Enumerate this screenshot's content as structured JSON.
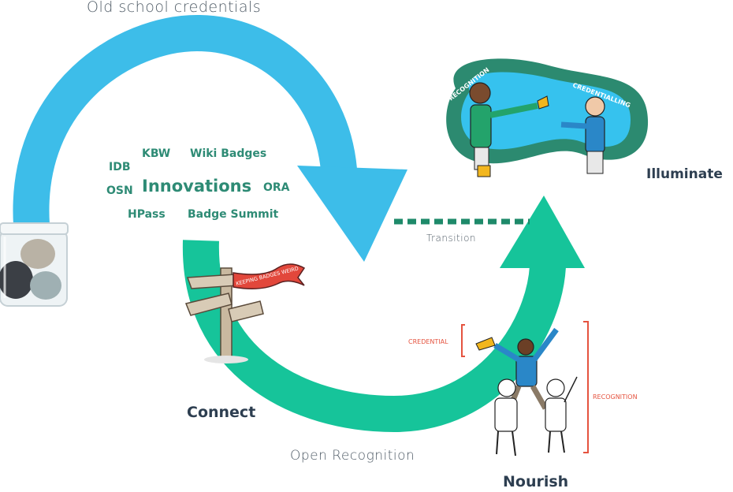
{
  "labels": {
    "old_school": "Old school credentials",
    "open_recognition": "Open Recognition",
    "transition": "Transition",
    "connect": "Connect",
    "nourish": "Nourish",
    "illuminate": "Illuminate"
  },
  "innovations": {
    "center": "Innovations",
    "items": [
      "KBW",
      "Wiki Badges",
      "IDB",
      "OSN",
      "ORA",
      "HPass",
      "Badge Summit"
    ]
  },
  "illustrations": {
    "signpost_text": "KEEPING BADGES WEIRD",
    "recognition_top": "RECOGNITION",
    "credentialling": "CREDENTIALLING",
    "credential": "CREDENTIAL",
    "recognition_side": "RECOGNITION"
  },
  "colors": {
    "blue_arrow": "#3dbde9",
    "green_arrow": "#16c49a",
    "innovations_text": "#2e8b75",
    "label_dark": "#2d3e50",
    "transition_line": "#1e8a6a",
    "bubble_outer": "#2c8a70",
    "bubble_inner": "#36c2ee",
    "annotation_red": "#e5533f"
  }
}
